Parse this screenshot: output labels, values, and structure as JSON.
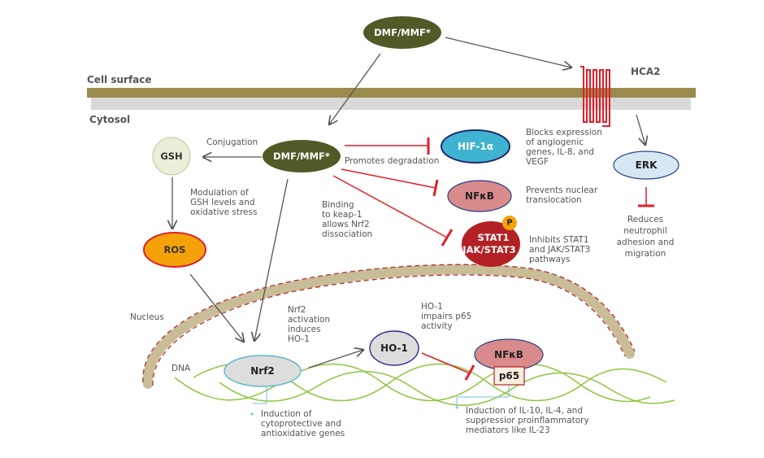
{
  "diagram": {
    "regions": {
      "cell_surface": "Cell surface",
      "cytosol": "Cytosol",
      "nucleus": "Nucleus",
      "dna": "DNA"
    },
    "nodes": {
      "dmf_top": "DMF/MMF*",
      "dmf_mid": "DMF/MMF*",
      "hca2": "HCA2",
      "gsh": "GSH",
      "ros": "ROS",
      "hif": "HIF-1α",
      "nfkb_cyto": "NFκB",
      "stat": [
        "STAT1",
        "JAK/STAT3"
      ],
      "p_badge": "P",
      "erk": "ERK",
      "nrf2": "Nrf2",
      "ho1": "HO-1",
      "nfkb_nuc": "NFκB",
      "p65": "p65"
    },
    "annotations": {
      "conjugation": "Conjugation",
      "promotes_degradation": "Promotes degradation",
      "hif_effect": [
        "Blocks expression",
        "of angiogenic",
        "genes, IL-8, and",
        "VEGF"
      ],
      "nfkb_effect": [
        "Prevents nuclear",
        "translocation"
      ],
      "stat_effect": [
        "Inhibits STAT1",
        "and JAK/STAT3",
        "pathways"
      ],
      "erk_effect": [
        "Reduces",
        "neutrophil",
        "adhesion and",
        "migration"
      ],
      "gsh_modulation": [
        "Modulation of",
        "GSH levels and",
        "oxidative stress"
      ],
      "keap1": [
        "Binding",
        "to keap-1",
        "allows Nrf2",
        "dissociation"
      ],
      "nrf2_activation": [
        "Nrf2",
        "activation",
        "induces",
        "HO-1"
      ],
      "ho1_effect": [
        "HO-1",
        "impairs p65",
        "activity"
      ],
      "nrf2_genes": [
        "Induction of",
        "cytoprotective and",
        "antioxidative genes"
      ],
      "p65_genes": [
        "Induction of IL-10, IL-4, and",
        "suppressior proinflammatory",
        "mediators like IL-23"
      ]
    },
    "colors": {
      "dmf": "#4f5a27",
      "membrane": "#9a8a4c",
      "membrane_under": "#d9d9d9",
      "receptor": "#e0202a",
      "gsh_fill": "#e9efd8",
      "ros_fill": "#f5a20a",
      "hif_fill": "#3fb3cf",
      "nfkb_fill": "#d98b8b",
      "stat_fill": "#b32126",
      "p_fill": "#f5a20a",
      "erk_fill": "#d6e8f3",
      "nrf2_fill": "#dddddd",
      "ho1_fill": "#dddddd",
      "p65_fill": "#fbeede",
      "nuclear_envelope": "#c8bd97",
      "dna": "#8ec63f",
      "inhibit": "#e0202a",
      "arrow": "#555555"
    }
  }
}
